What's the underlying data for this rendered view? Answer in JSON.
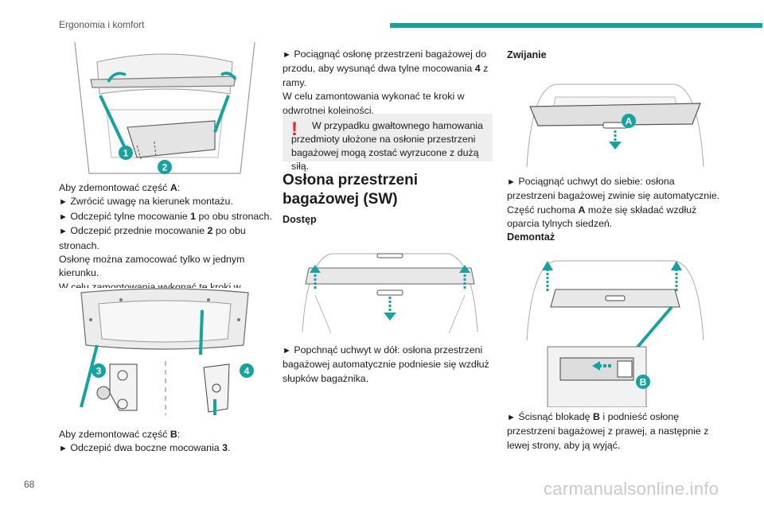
{
  "header": {
    "section_title": "Ergonomia i komfort",
    "accent_color": "#1a9fa1"
  },
  "page_number": "68",
  "watermark": "carmanualsonline.info",
  "colors": {
    "teal": "#16a3a0",
    "warning_red": "#e8202a",
    "box_gray": "#eeeeee"
  },
  "figures": {
    "callout_1": "1",
    "callout_2": "2",
    "callout_3": "3",
    "callout_4": "4",
    "callout_A": "A",
    "callout_B": "B"
  },
  "col1": {
    "p1_lead": "Aby zdemontować część ",
    "p1_part": "A",
    "p1_tail": ":",
    "step1": "Zwrócić uwagę na kierunek montażu.",
    "step2_lead": "Odczepić tylne mocowanie ",
    "step2_num": "1",
    "step2_tail": " po obu stronach.",
    "step3_lead": "Odczepić przednie mocowanie ",
    "step3_num": "2",
    "step3_tail": " po obu stronach.",
    "note1": "Osłonę można zamocować tylko w jednym kierunku.",
    "note2": "W celu zamontowania wykonać te kroki w odwrotnej kolejności.",
    "p2_lead": "Aby zdemontować część ",
    "p2_part": "B",
    "p2_tail": ":",
    "step4_lead": "Odczepić dwa boczne mocowania ",
    "step4_num": "3",
    "step4_tail": "."
  },
  "col2": {
    "step1_lead": "Pociągnąć osłonę przestrzeni bagażowej do przodu, aby wysunąć dwa tylne mocowania ",
    "step1_num": "4",
    "step1_tail": " z ramy.",
    "note": "W celu zamontowania wykonać te kroki w odwrotnej kolejności.",
    "warning_symbol": "!",
    "warning": "W przypadku gwałtownego hamowania przedmioty ułożone na osłonie przestrzeni bagażowej mogą zostać wyrzucone z dużą siłą.",
    "heading": "Osłona przestrzeni bagażowej (SW)",
    "subheading": "Dostęp",
    "step2": "Popchnąć uchwyt w dół: osłona przestrzeni bagażowej automatycznie podniesie się wzdłuż słupków bagażnika."
  },
  "col3": {
    "subheading1": "Zwijanie",
    "step1": "Pociągnąć uchwyt do siebie: osłona przestrzeni bagażowej zwinie się automatycznie.",
    "note_lead": "Część ruchoma ",
    "note_part": "A",
    "note_tail": " może się składać wzdłuż oparcia tylnych siedzeń.",
    "subheading2": "Demontaż",
    "step2_lead": "Ścisnąć blokadę ",
    "step2_part": "B",
    "step2_tail": " i podnieść osłonę przestrzeni bagażowej z prawej, a następnie z lewej strony, aby ją wyjąć."
  },
  "bullet": "►"
}
